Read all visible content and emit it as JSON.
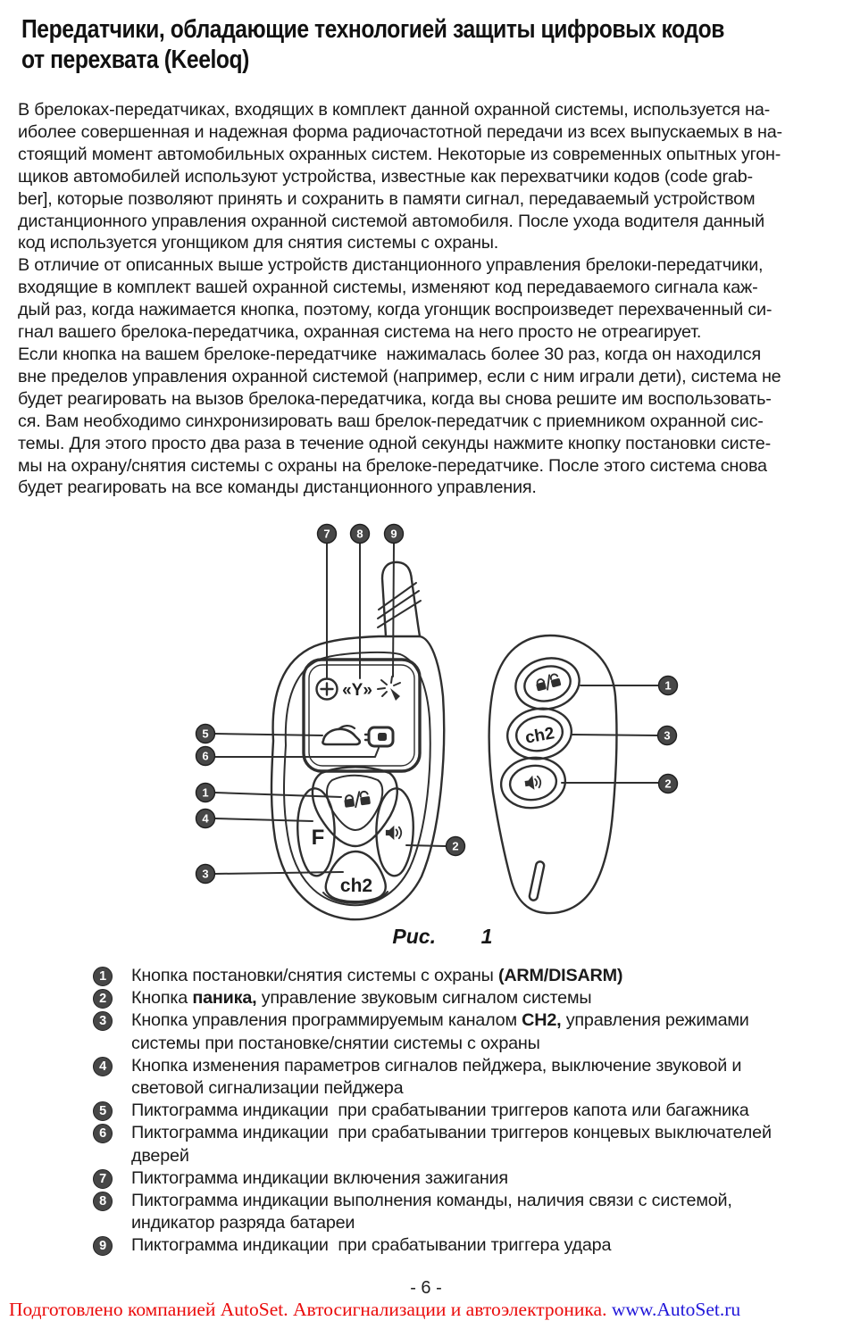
{
  "title": {
    "line1": "Передатчики, обладающие технологией защиты цифровых кодов",
    "line2": "от перехвата (Keeloq)"
  },
  "body": {
    "paragraphs": [
      [
        "В брелоках-передатчиках, входящих в комплект данной охранной системы, используется на-",
        "иболее совершенная и надежная форма радиочастотной передачи из всех выпускаемых в на-",
        "стоящий момент автомобильных охранных систем. Некоторые из современных опытных угон-",
        "щиков автомобилей используют устройства, известные как перехватчики кодов (code grab-",
        "ber], которые позволяют принять и сохранить в памяти сигнал, передаваемый устройством",
        "дистанционного управления охранной системой автомобиля. После ухода водителя данный",
        "код используется угонщиком для снятия системы с охраны."
      ],
      [
        "В отличие от описанных выше устройств дистанционного управления брелоки-передатчики,",
        "входящие в комплект вашей охранной системы, изменяют код передаваемого сигнала каж-",
        "дый раз, когда нажимается кнопка, поэтому, когда угонщик воспроизведет перехваченный си-",
        "гнал вашего брелока-передатчика, охранная система на него просто не отреагирует."
      ],
      [
        "Если кнопка на вашем брелоке-передатчике  нажималась более 30 раз, когда он находился",
        "вне пределов управления охранной системой (например, если с ним играли дети), система не",
        "будет реагировать на вызов брелока-передатчика, когда вы снова решите им воспользовать-",
        "ся. Вам необходимо синхронизировать ваш брелок-передатчик с приемником охранной сис-",
        "темы. Для этого просто два раза в течение одной секунды нажмите кнопку постановки систе-",
        "мы на охрану/снятия системы с охраны на брелоке-передатчике. После этого система снова",
        "будет реагировать на все команды дистанционного управления."
      ]
    ]
  },
  "figure": {
    "caption_label": "Рис.",
    "caption_number": "1",
    "f_button_label": "F",
    "ch2_left_label": "ch2",
    "ch2_right_label": "ch2",
    "signal_icon_text": "«Y»",
    "callout_numbers": [
      "1",
      "2",
      "3",
      "4",
      "5",
      "6",
      "7",
      "8",
      "9"
    ]
  },
  "legend": {
    "items": [
      {
        "num": "1",
        "lines": [
          [
            {
              "t": "Кнопка постановки/снятия системы с охраны "
            },
            {
              "t": "(ARM/DISARM)",
              "b": true
            }
          ]
        ]
      },
      {
        "num": "2",
        "lines": [
          [
            {
              "t": "Кнопка "
            },
            {
              "t": "паника,",
              "b": true
            },
            {
              "t": " управление звуковым сигналом системы"
            }
          ]
        ]
      },
      {
        "num": "3",
        "lines": [
          [
            {
              "t": "Кнопка управления программируемым каналом "
            },
            {
              "t": "CH2,",
              "b": true
            },
            {
              "t": " управления режимами"
            }
          ],
          [
            {
              "t": "системы при постановке/снятии системы с охраны"
            }
          ]
        ]
      },
      {
        "num": "4",
        "lines": [
          [
            {
              "t": "Кнопка изменения параметров сигналов пейджера, выключение звуковой и"
            }
          ],
          [
            {
              "t": "световой сигнализации пейджера"
            }
          ]
        ]
      },
      {
        "num": "5",
        "lines": [
          [
            {
              "t": "Пиктограмма индикации  при срабатывании триггеров капота или багажника"
            }
          ]
        ]
      },
      {
        "num": "6",
        "lines": [
          [
            {
              "t": "Пиктограмма индикации  при срабатывании триггеров концевых выключателей"
            }
          ],
          [
            {
              "t": "дверей"
            }
          ]
        ]
      },
      {
        "num": "7",
        "lines": [
          [
            {
              "t": "Пиктограмма индикации включения зажигания"
            }
          ]
        ]
      },
      {
        "num": "8",
        "lines": [
          [
            {
              "t": "Пиктограмма индикации выполнения команды, наличия связи с системой,"
            }
          ],
          [
            {
              "t": "индикатор разряда батареи"
            }
          ]
        ]
      },
      {
        "num": "9",
        "lines": [
          [
            {
              "t": "Пиктограмма индикации  при срабатывании триггера удара"
            }
          ]
        ]
      }
    ]
  },
  "footer": {
    "page_number": "- 6 -",
    "credit": "Подготовлено компанией AutoSet. Автосигнализации и автоэлектроника. ",
    "link": "www.AutoSet.ru"
  },
  "colors": {
    "credit_red": "#ea0a0a",
    "link_blue": "#2016d9",
    "ink": "#2f2f2f",
    "badge_gray": "#474747"
  }
}
